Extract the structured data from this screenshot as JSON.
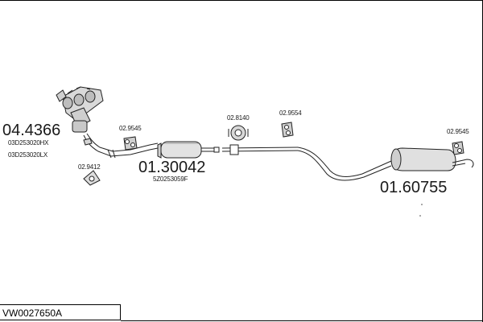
{
  "diagram": {
    "parts": [
      {
        "id": "catalyst",
        "part_no": "04.4366",
        "oem": [
          "03D253020HX",
          "03D253020LX"
        ]
      },
      {
        "id": "gasket-front",
        "part_no": "02.9412"
      },
      {
        "id": "hanger-1",
        "part_no": "02.9545"
      },
      {
        "id": "middle-silencer",
        "part_no": "01.30042",
        "oem": [
          "5Z0253059F"
        ]
      },
      {
        "id": "clamp",
        "part_no": "02.8140"
      },
      {
        "id": "hanger-2",
        "part_no": "02.9554"
      },
      {
        "id": "hanger-3",
        "part_no": "02.9545"
      },
      {
        "id": "rear-silencer",
        "part_no": "01.60755"
      }
    ],
    "kit_code": "VW0027650A"
  }
}
